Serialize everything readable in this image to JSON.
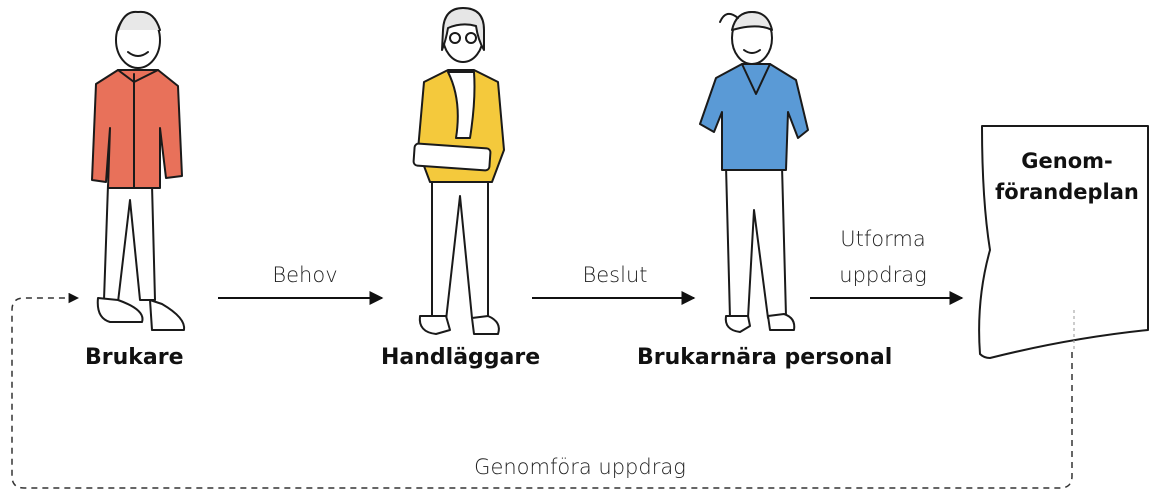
{
  "actors": {
    "brukare": {
      "label": "Brukare",
      "shirt_color": "#e8715a"
    },
    "handlaggare": {
      "label": "Handläggare",
      "shirt_color": "#f4c93c"
    },
    "personal": {
      "label": "Brukarnära personal",
      "shirt_color": "#5a9ad6"
    }
  },
  "edges": {
    "behov": "Behov",
    "beslut": "Beslut",
    "utforma_line1": "Utforma",
    "utforma_line2": "uppdrag",
    "genomfora": "Genomföra uppdrag"
  },
  "document": {
    "line1": "Genom-",
    "line2": "förandeplan"
  }
}
